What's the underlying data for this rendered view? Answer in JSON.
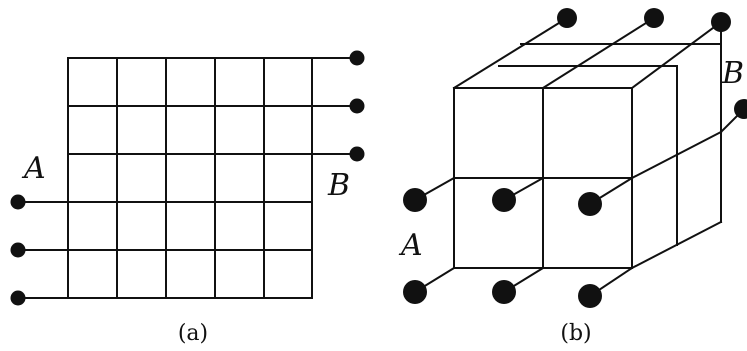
{
  "panels": [
    {
      "id": "a",
      "caption": "(a)",
      "labels": {
        "start": "A",
        "end": "B"
      }
    },
    {
      "id": "b",
      "caption": "(b)",
      "labels": {
        "start": "A",
        "end": "B"
      }
    }
  ],
  "colors": {
    "ink": "#111111",
    "background": "#ffffff"
  }
}
